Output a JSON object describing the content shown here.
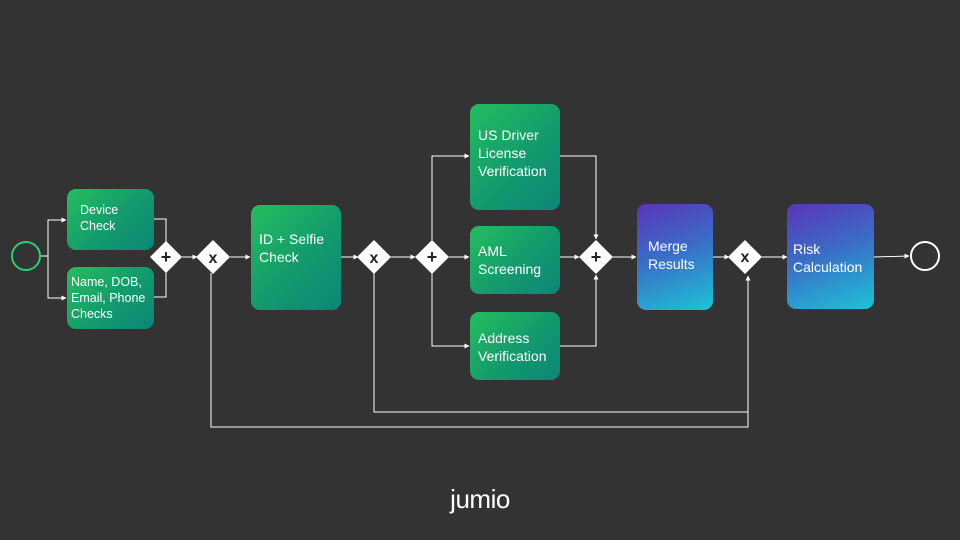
{
  "tasks": {
    "device_check": "Device\nCheck",
    "identity_checks": "Name, DOB,\nEmail, Phone\nChecks",
    "id_selfie": "ID + Selfie\nCheck",
    "us_driver_license": "US Driver\nLicense\nVerification",
    "aml_screening": "AML\nScreening",
    "address_verification": "Address\nVerification",
    "merge_results": "Merge\nResults",
    "risk_calculation": "Risk\nCalculation"
  },
  "gateways": {
    "parallel_symbol": "+",
    "exclusive_symbol": "x"
  },
  "colors": {
    "background": "#333333",
    "start_event": "#2ecc71",
    "connector": "#ffffff",
    "task_green": "#1aa868",
    "task_purple": "#4a56c2",
    "logo_accent": "#8dc63f"
  },
  "logo": {
    "name": "jumio"
  }
}
